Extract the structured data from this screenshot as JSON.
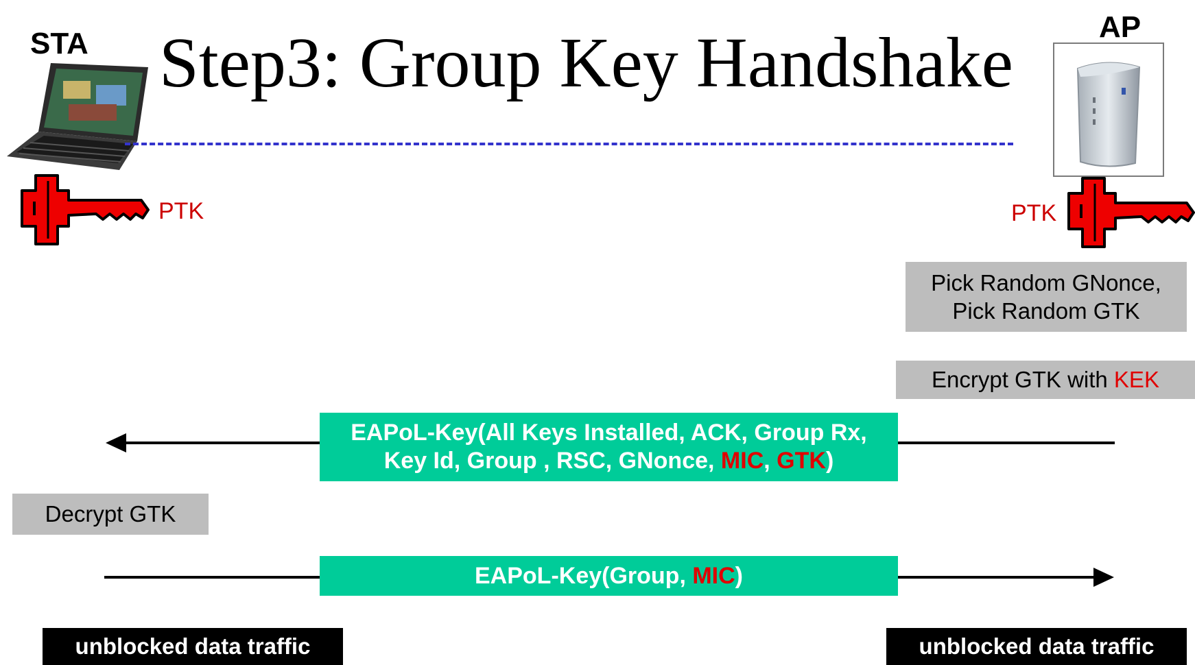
{
  "title": "Step3: Group Key Handshake",
  "sta": {
    "label": "STA",
    "ptk_label": "PTK"
  },
  "ap": {
    "label": "AP",
    "ptk_label": "PTK"
  },
  "ap_steps": {
    "pick_line1": "Pick Random GNonce,",
    "pick_line2": "Pick Random GTK",
    "encrypt_prefix": "Encrypt GTK with ",
    "encrypt_key": "KEK"
  },
  "message1": {
    "line1": "EAPoL-Key(All Keys Installed, ACK, Group Rx,",
    "line2_prefix": "Key Id, Group , RSC, GNonce, ",
    "mic": "MIC",
    "sep": ", ",
    "gtk": "GTK",
    "close": ")"
  },
  "sta_step": {
    "decrypt": "Decrypt GTK"
  },
  "message2": {
    "prefix": "EAPoL-Key(Group, ",
    "mic": "MIC",
    "close": ")"
  },
  "traffic": {
    "sta": "unblocked data traffic",
    "ap": "unblocked data traffic"
  },
  "colors": {
    "key": "#e00000",
    "message_box": "#00cc99",
    "step_box": "#bdbdbd",
    "dashed_line": "#3333cc"
  }
}
